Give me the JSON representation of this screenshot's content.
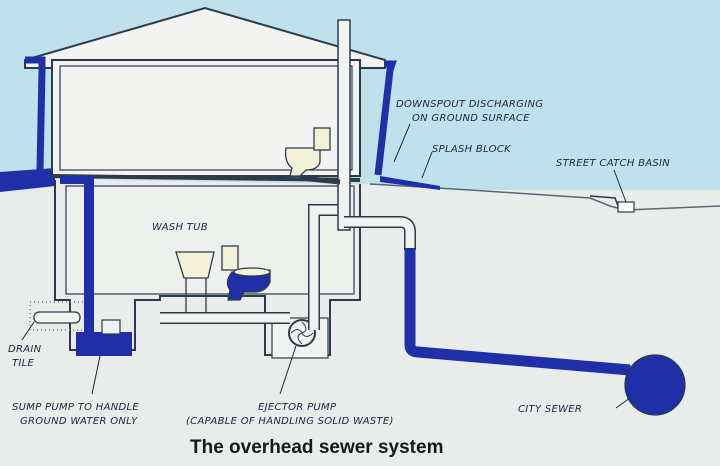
{
  "diagram": {
    "title": "The overhead sewer system",
    "labels": {
      "downspout_line1": "DOWNSPOUT DISCHARGING",
      "downspout_line2": "ON GROUND SURFACE",
      "splash_block": "SPLASH BLOCK",
      "street_catch_basin": "STREET CATCH BASIN",
      "wash_tub": "WASH TUB",
      "drain_tile_line1": "DRAIN",
      "drain_tile_line2": "TILE",
      "sump_pump_line1": "SUMP PUMP TO HANDLE",
      "sump_pump_line2": "GROUND WATER ONLY",
      "ejector_pump_line1": "EJECTOR PUMP",
      "ejector_pump_line2": "(CAPABLE OF HANDLING SOLID WASTE)",
      "city_sewer": "CITY SEWER"
    }
  },
  "colors": {
    "sky": "#bfe1ec",
    "ground": "#e9ecea",
    "house": "#f3f4f1",
    "outline": "#2c3a4c",
    "water_blue": "#1f2fa8",
    "pipe_fill": "#f1f3f0",
    "fixture": "#f4f1d9"
  }
}
